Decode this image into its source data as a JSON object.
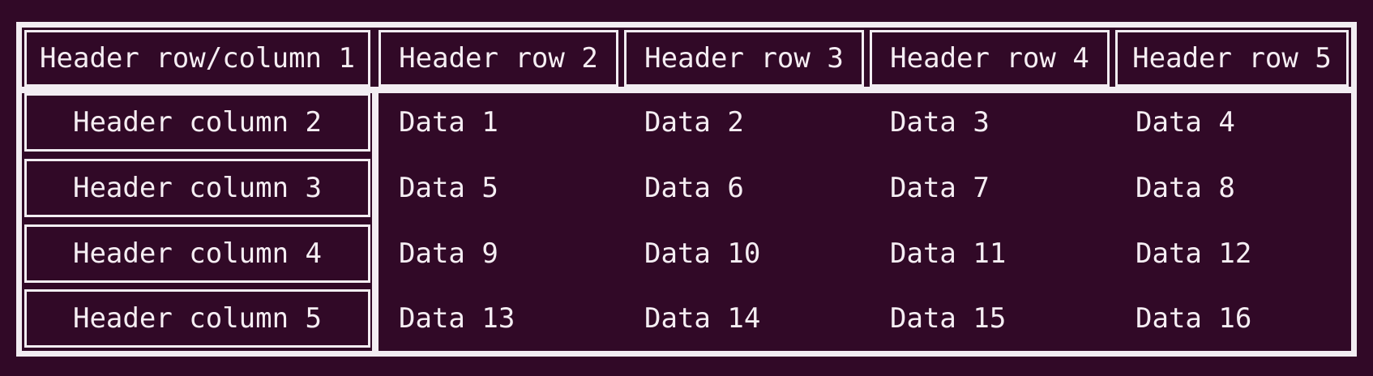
{
  "chart_data": {
    "type": "table",
    "corner_header": "Header row/column 1",
    "column_headers": [
      "Header row 2",
      "Header row 3",
      "Header row 4",
      "Header row 5"
    ],
    "row_headers": [
      "Header column 2",
      "Header column 3",
      "Header column 4",
      "Header column 5"
    ],
    "rows": [
      [
        "Data 1",
        "Data 2",
        "Data 3",
        "Data 4"
      ],
      [
        "Data 5",
        "Data 6",
        "Data 7",
        "Data 8"
      ],
      [
        "Data 9",
        "Data 10",
        "Data 11",
        "Data 12"
      ],
      [
        "Data 13",
        "Data 14",
        "Data 15",
        "Data 16"
      ]
    ]
  },
  "colors": {
    "background": "#310927",
    "border": "#f2edf2",
    "text": "#f5eef3"
  }
}
